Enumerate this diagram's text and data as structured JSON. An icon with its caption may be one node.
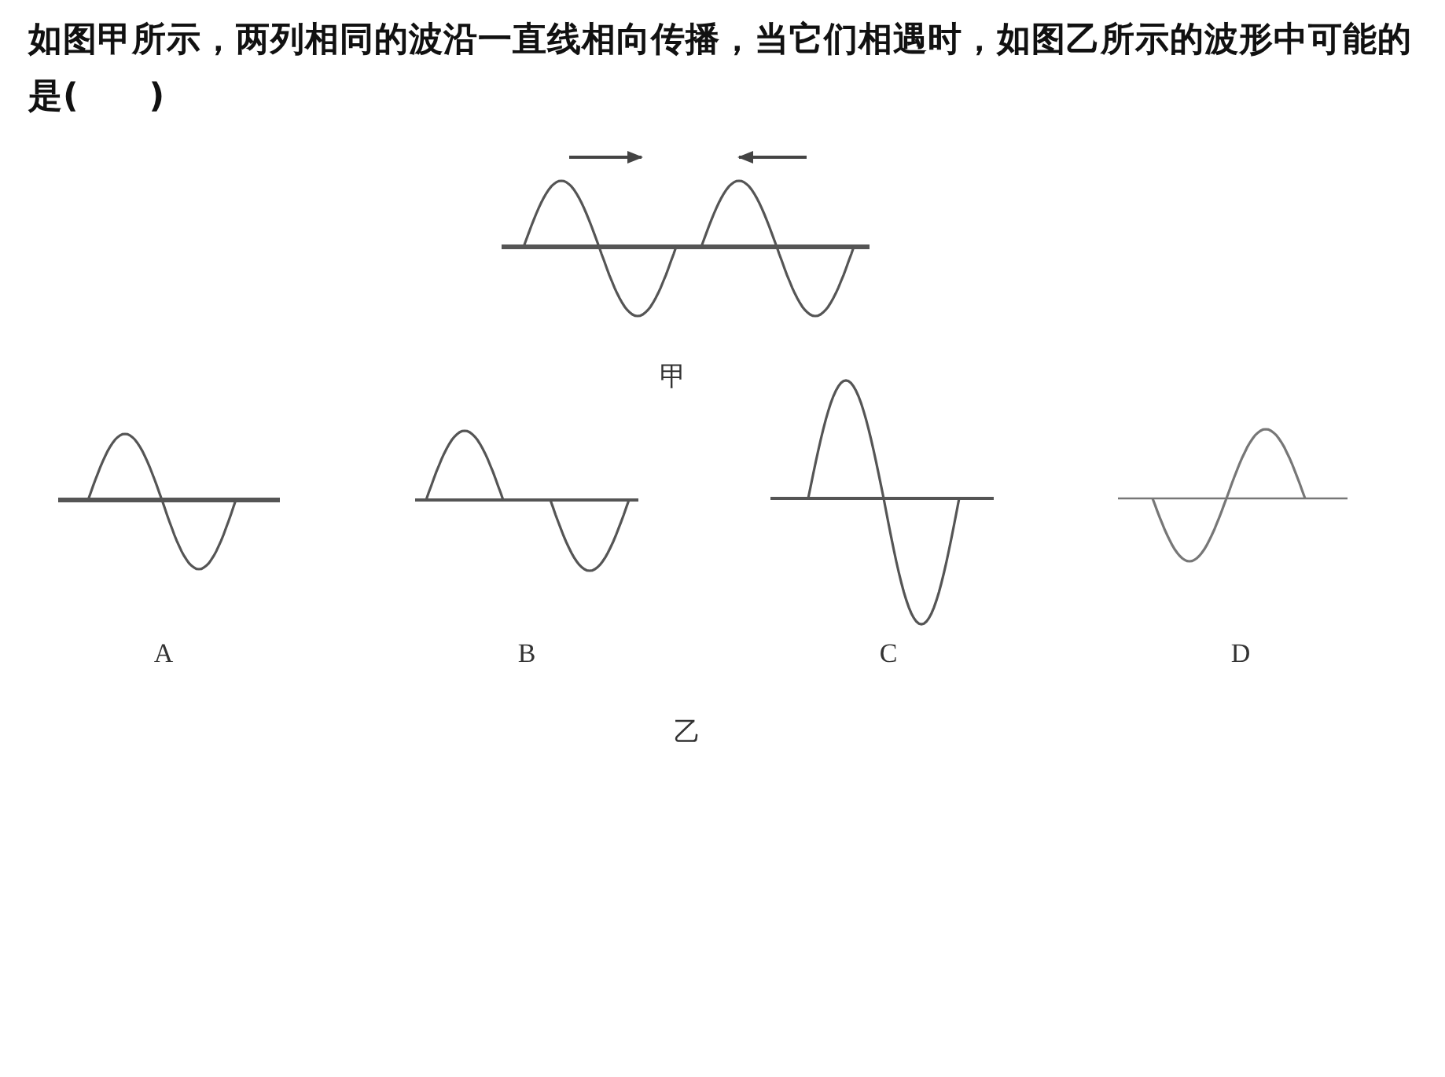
{
  "diagram": {
    "title": "如图甲所示，两列相同的波沿一直线相向传播，当它们相遇时，如图乙所示的波形中可能的是(      )",
    "labels": [
      "甲",
      "A",
      "B",
      "C",
      "D",
      "乙"
    ]
  }
}
